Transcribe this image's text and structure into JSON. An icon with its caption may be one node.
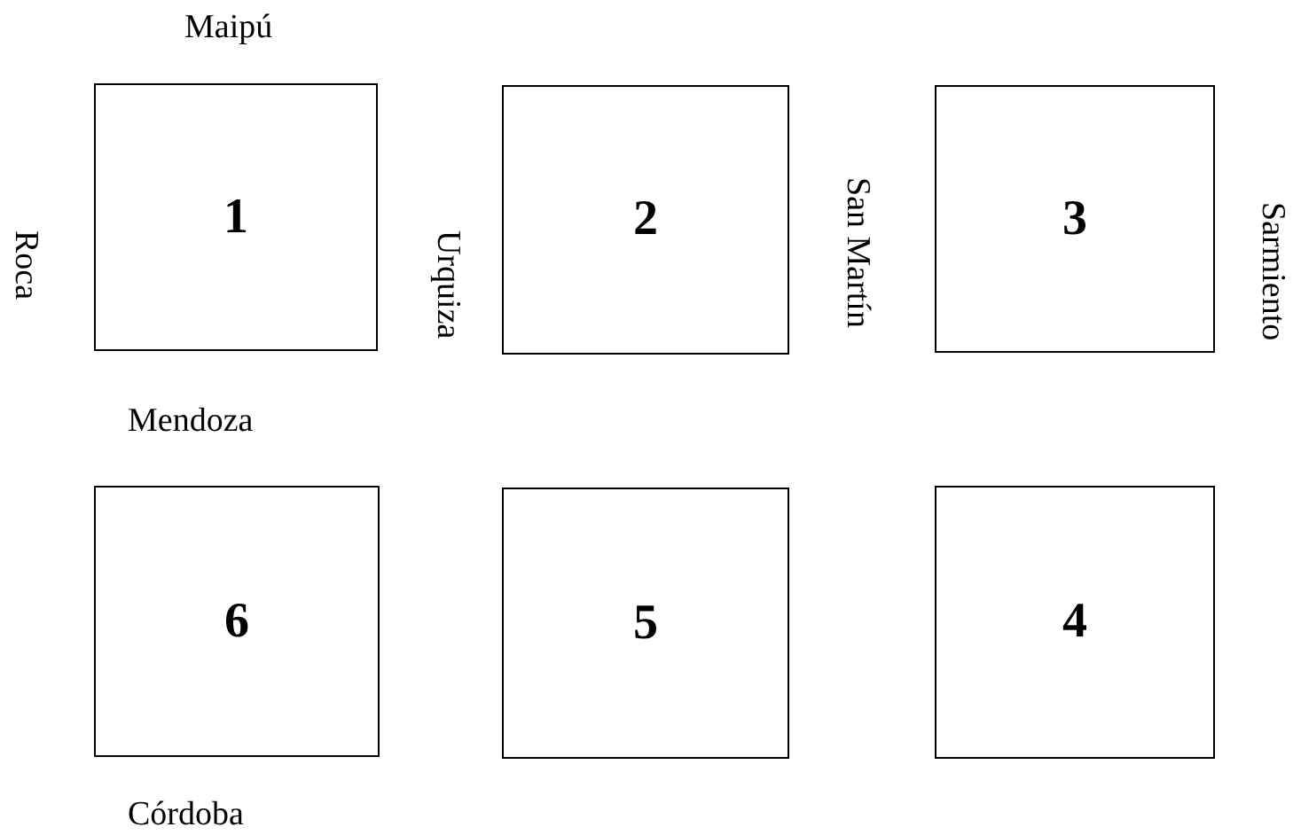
{
  "diagram": {
    "nodes": [
      {
        "text": [
          "1"
        ]
      },
      {
        "text": [
          "2"
        ]
      },
      {
        "text": [
          "3"
        ]
      },
      {
        "text": [
          "6"
        ]
      },
      {
        "text": [
          "5"
        ]
      },
      {
        "text": [
          "4"
        ]
      }
    ],
    "labels": [
      "Maipú",
      "Roca",
      "Urquiza",
      "San Martín",
      "Sarmiento",
      "Mendoza",
      "Córdoba"
    ]
  }
}
